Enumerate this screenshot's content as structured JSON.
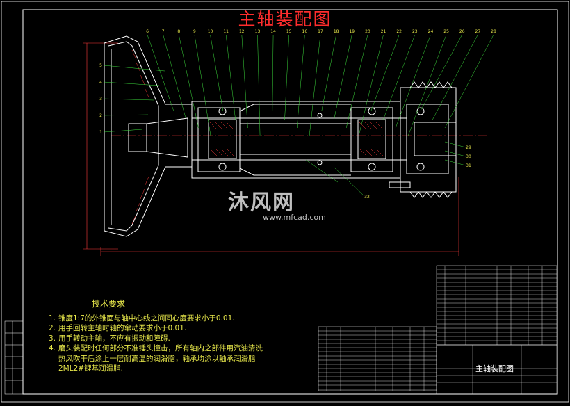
{
  "drawing": {
    "title": "主轴装配图",
    "title_color": "#ff2d2d",
    "line_color": "#ffffff",
    "part_color": "#ffffff",
    "dim_color": "#ff3b3b",
    "leader_color": "#3cdc3c",
    "hatch_color": "#ff3b3b"
  },
  "callouts_top": [
    "6",
    "7",
    "8",
    "9",
    "10",
    "11",
    "12",
    "13",
    "14",
    "15",
    "16",
    "17",
    "18",
    "19",
    "20",
    "21",
    "22",
    "23",
    "24",
    "25",
    "26",
    "27",
    "28"
  ],
  "callouts_left": [
    "1",
    "2",
    "3",
    "4",
    "5"
  ],
  "callouts_right": [
    "29",
    "30",
    "31"
  ],
  "callout_bottom": "32",
  "tech_requirements": {
    "heading": "技术要求",
    "items": [
      {
        "num": "1.",
        "lines": [
          "锥度1:7的外锥面与轴中心线之间同心度要求小于0.01."
        ]
      },
      {
        "num": "2.",
        "lines": [
          "用手回转主轴时轴的窜动要求小于0.01."
        ]
      },
      {
        "num": "3.",
        "lines": [
          "用手转动主轴，不应有振动和障碍."
        ]
      },
      {
        "num": "4.",
        "lines": [
          "磨头装配时任何部分不准锤头撞击，所有轴内之部件用汽油清洗",
          "热风吹干后涂上一层耐高温的润滑脂，轴承均涂以轴承润滑脂",
          "2ML2#锂基润滑脂."
        ]
      }
    ]
  },
  "title_block": {
    "title": "主轴装配图"
  },
  "watermark": {
    "brand": "沐风网",
    "url": "www.mfcad.com"
  }
}
